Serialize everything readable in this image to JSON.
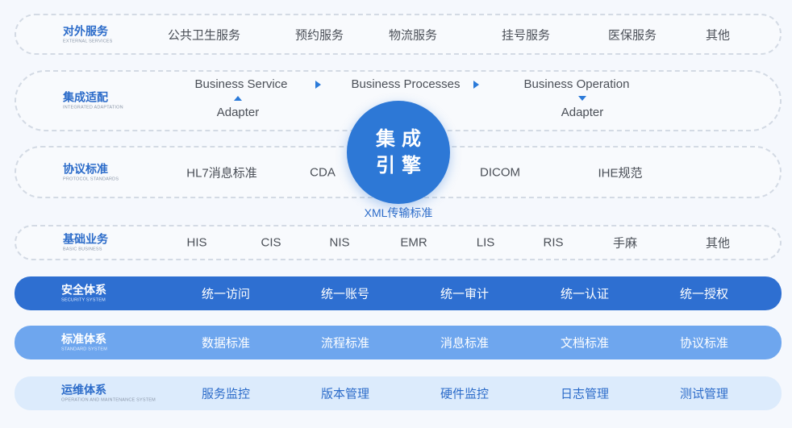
{
  "external": {
    "title": "对外服务",
    "subtitle": "EXTERNAL SERVICES",
    "items": [
      "公共卫生服务",
      "预约服务",
      "物流服务",
      "挂号服务",
      "医保服务",
      "其他"
    ]
  },
  "integration": {
    "title": "集成适配",
    "subtitle": "INTEGRATED ADAPTATION",
    "business_service": "Business Service",
    "business_processes": "Business Processes",
    "business_operation": "Business Operation",
    "adapter_left": "Adapter",
    "adapter_right": "Adapter"
  },
  "protocol": {
    "title": "协议标准",
    "subtitle": "PROTOCOL STANDARDS",
    "items": [
      "HL7消息标准",
      "CDA",
      "DICOM",
      "IHE规范"
    ]
  },
  "engine": {
    "line1": "集成",
    "line2": "引擎",
    "caption": "XML传输标准",
    "color": "#2d78d6"
  },
  "basic": {
    "title": "基础业务",
    "subtitle": "BASIC BUSINESS",
    "items": [
      "HIS",
      "CIS",
      "NIS",
      "EMR",
      "LIS",
      "RIS",
      "手麻",
      "其他"
    ]
  },
  "security": {
    "title": "安全体系",
    "subtitle": "SECURITY SYSTEM",
    "color": "#2e6fd1",
    "items": [
      "统一访问",
      "统一账号",
      "统一审计",
      "统一认证",
      "统一授权"
    ]
  },
  "standard": {
    "title": "标准体系",
    "subtitle": "STANDARD SYSTEM",
    "color": "#6ea6ee",
    "items": [
      "数据标准",
      "流程标准",
      "消息标准",
      "文档标准",
      "协议标准"
    ]
  },
  "operations": {
    "title": "运维体系",
    "subtitle": "OPERATION AND MAINTENANCE SYSTEM",
    "color": "#dcebfc",
    "items": [
      "服务监控",
      "版本管理",
      "硬件监控",
      "日志管理",
      "测试管理"
    ]
  }
}
